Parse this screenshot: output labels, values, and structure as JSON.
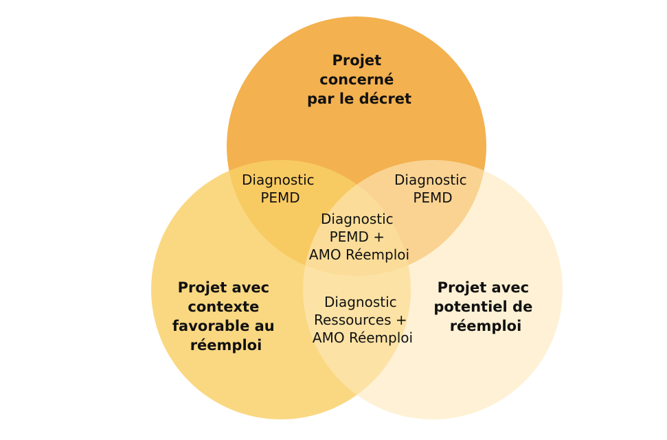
{
  "diagram": {
    "type": "venn",
    "circles": [
      {
        "key": "top",
        "label_lines": [
          "Projet",
          "concerné",
          "par le décret"
        ],
        "color": "#F3B14F"
      },
      {
        "key": "left",
        "label_lines": [
          "Projet avec",
          "contexte",
          "favorable au",
          "réemploi"
        ],
        "color": "#F9CF66",
        "opacity": 0.82
      },
      {
        "key": "right",
        "label_lines": [
          "Projet avec",
          "potentiel de",
          "réemploi"
        ],
        "color": "#FDE9BC",
        "opacity": 0.62
      }
    ],
    "intersections": [
      {
        "key": "top-left",
        "label_lines": [
          "Diagnostic",
          "PEMD"
        ]
      },
      {
        "key": "top-right",
        "label_lines": [
          "Diagnostic",
          "PEMD"
        ]
      },
      {
        "key": "center",
        "label_lines": [
          "Diagnostic",
          "PEMD +",
          "AMO Réemploi"
        ]
      },
      {
        "key": "left-right",
        "label_lines": [
          "Diagnostic",
          "Ressources +",
          "AMO Réemploi"
        ]
      }
    ]
  }
}
